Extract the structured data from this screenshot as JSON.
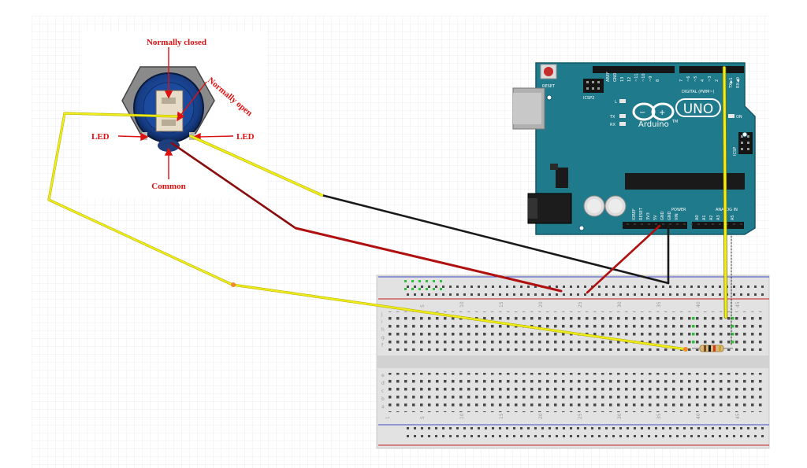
{
  "switch_labels": {
    "normally_closed": "Normally closed",
    "normally_open": "Normally open",
    "led_left": "LED",
    "led_right": "LED",
    "common": "Common"
  },
  "arduino": {
    "reset": "RESET",
    "icsp2": "ICSP2",
    "icsp": "ICSP",
    "digital": "DIGITAL (PWM~)",
    "uno": "UNO",
    "brand": "Arduino",
    "tm": "TM",
    "led_l": "L",
    "tx": "TX",
    "rx": "RX",
    "on": "ON",
    "power": "POWER",
    "analog_in": "ANALOG IN",
    "aref": "AREF",
    "gnd": "GND",
    "pin_13": "13",
    "pin_12": "12",
    "pin_11": "~11",
    "pin_10": "~10",
    "pin_9": "~9",
    "pin_8": "8",
    "pin_7": "7",
    "pin_6": "~6",
    "pin_5": "~5",
    "pin_4": "4",
    "pin_3": "~3",
    "pin_2": "2",
    "pin_tx1": "TX▶1",
    "pin_rx0": "RX◀0",
    "ioref": "IOREF",
    "reset_pin": "RESET",
    "v33": "3V3",
    "v5": "5V",
    "gnd1": "GND",
    "gnd2": "GND",
    "vin": "VIN",
    "a0": "A0",
    "a1": "A1",
    "a2": "A2",
    "a3": "A3",
    "a4": "A4",
    "a5": "A5"
  },
  "breadboard": {
    "col_numbers": [
      "1",
      "5",
      "10",
      "15",
      "20",
      "25",
      "30",
      "35",
      "40",
      "45"
    ],
    "rows_top": [
      "j",
      "i",
      "h",
      "g",
      "f"
    ],
    "rows_bottom": [
      "e",
      "d",
      "c",
      "b",
      "a"
    ]
  },
  "colors": {
    "board": "#1f7a8c",
    "wire_yellow": "#f2ee1a",
    "wire_red": "#b01010",
    "wire_black": "#1a1a1a",
    "label_red": "#dd1111"
  }
}
